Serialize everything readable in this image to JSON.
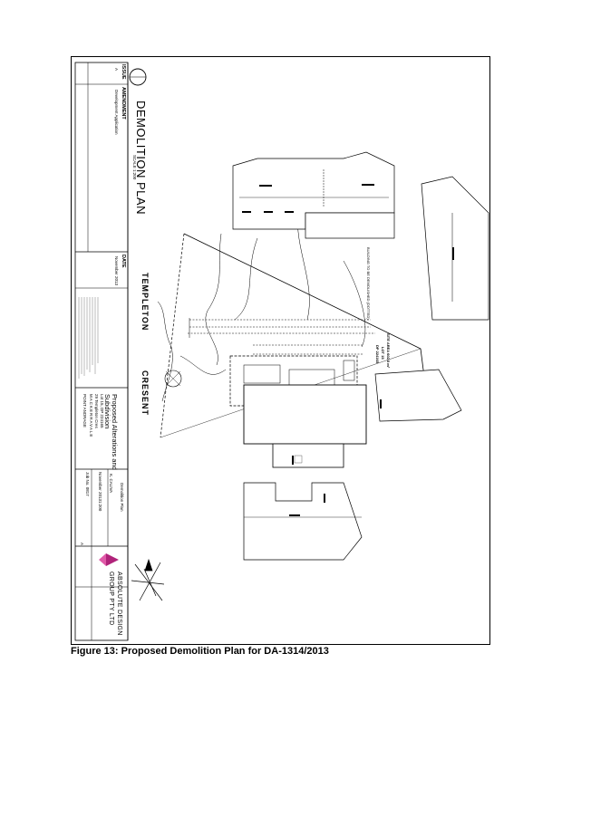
{
  "caption": "Figure 13: Proposed Demolition Plan for DA-1314/2013",
  "drawing": {
    "title": "DEMOLITION PLAN",
    "scale_label": "SCALE 1:200",
    "revision_table": {
      "headers": [
        "ISSUE",
        "AMENDMENT",
        "DATE"
      ],
      "rows": [
        {
          "issue": "A",
          "amendment": "Development Application",
          "date": "November 2013"
        }
      ]
    },
    "street_name_1": "TEMPLETON",
    "street_name_2": "CRESENT",
    "site_area": "SITE AREA 602.5 m²",
    "lot": "LOT 15",
    "dp": "DP 224165",
    "building_note": "BUILDING TO BE DEMOLISHED (DOTTED)",
    "project": {
      "line1": "Proposed Alterations and",
      "line2": "Subdivision",
      "line3": "Lot 15, DP 224165",
      "line4": "29 Templeton Cres",
      "line5": "MACKERRAVALE",
      "line6": "POINT ANDRAGE"
    },
    "sheet": {
      "drawing_name": "Demolition Plan",
      "client": "K. CALIVA",
      "scale": "1:200",
      "date": "November 2013",
      "issue": "A",
      "job_no": "Job No. 0817"
    },
    "firm": {
      "line1": "ABSOLUTE DESIGN",
      "line2": "GROUP PTY LTD"
    }
  }
}
